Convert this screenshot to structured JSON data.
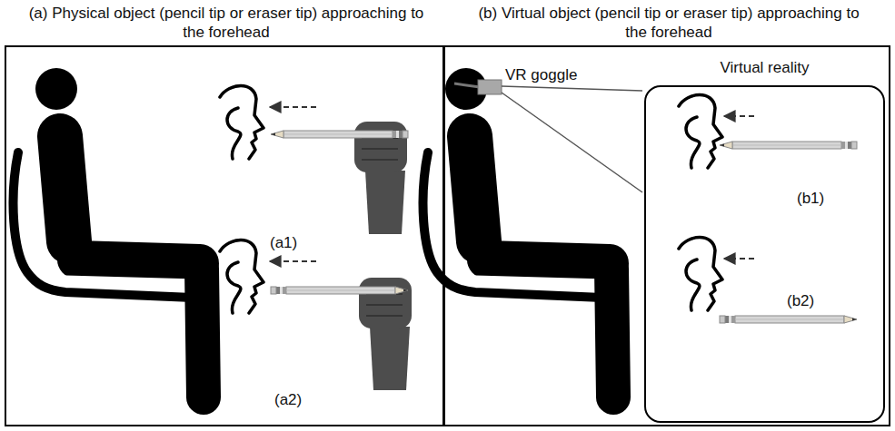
{
  "diagram": {
    "nodes": [
      {
        "text": [
          "(a) Physical object (pencil tip or eraser tip) approaching to the forehead",
          "(a1)",
          "(a2)"
        ]
      },
      {
        "text": [
          "(b) Virtual object (pencil tip or eraser tip) approaching to the forehead",
          "VR goggle"
        ]
      },
      {
        "text": [
          "Virtual reality",
          "(b1)",
          "(b2)"
        ],
        "in": 1
      }
    ]
  }
}
